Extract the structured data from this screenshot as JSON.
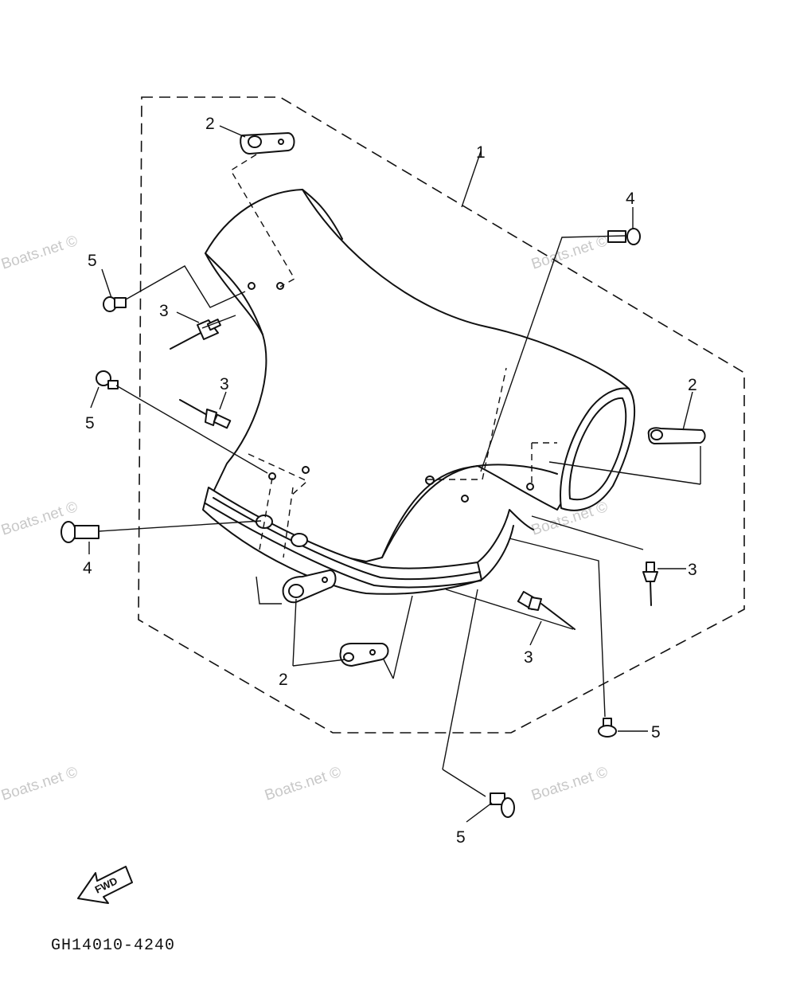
{
  "watermark": "Boats.net ©",
  "callouts": {
    "c1": "1",
    "c2a": "2",
    "c2b": "2",
    "c2c": "2",
    "c3a": "3",
    "c3b": "3",
    "c3c": "3",
    "c3d": "3",
    "c4a": "4",
    "c4b": "4",
    "c5a": "5",
    "c5b": "5",
    "c5c": "5",
    "c5d": "5"
  },
  "fwd_label": "FWD",
  "drawing_code": "GH14010-4240"
}
